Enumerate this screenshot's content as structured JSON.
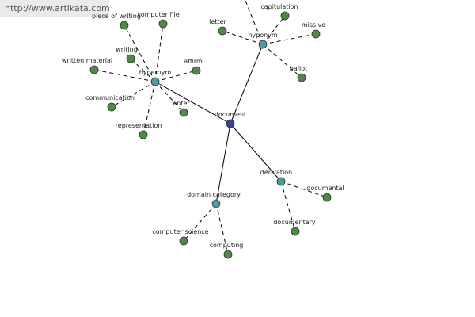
{
  "watermark": "http://www.artikata.com",
  "colors": {
    "center": "#3b3f8f",
    "relation": "#4f9a9a",
    "leaf": "#4e8a44"
  },
  "nodes": [
    {
      "id": "document",
      "label": "document",
      "kind": "center"
    },
    {
      "id": "hypernym",
      "label": "hypernym",
      "kind": "relation"
    },
    {
      "id": "hyponym",
      "label": "hyponym",
      "kind": "relation"
    },
    {
      "id": "derivation",
      "label": "derivation",
      "kind": "relation"
    },
    {
      "id": "domain-category",
      "label": "domain category",
      "kind": "relation"
    },
    {
      "id": "piece-of-writing",
      "label": "piece of writing",
      "kind": "leaf"
    },
    {
      "id": "computer-file",
      "label": "computer file",
      "kind": "leaf"
    },
    {
      "id": "writing",
      "label": "writing",
      "kind": "leaf"
    },
    {
      "id": "written-material",
      "label": "written material",
      "kind": "leaf"
    },
    {
      "id": "affirm",
      "label": "affirm",
      "kind": "leaf"
    },
    {
      "id": "communication",
      "label": "communication",
      "kind": "leaf"
    },
    {
      "id": "enter",
      "label": "enter",
      "kind": "leaf"
    },
    {
      "id": "representation",
      "label": "representation",
      "kind": "leaf"
    },
    {
      "id": "letter",
      "label": "letter",
      "kind": "leaf"
    },
    {
      "id": "capitulation",
      "label": "capitulation",
      "kind": "leaf"
    },
    {
      "id": "missive",
      "label": "missive",
      "kind": "leaf"
    },
    {
      "id": "ballot",
      "label": "ballot",
      "kind": "leaf"
    },
    {
      "id": "documental",
      "label": "documental",
      "kind": "leaf"
    },
    {
      "id": "documentary",
      "label": "documentary",
      "kind": "leaf"
    },
    {
      "id": "computer-science",
      "label": "computer science",
      "kind": "leaf"
    },
    {
      "id": "computing",
      "label": "computing",
      "kind": "leaf"
    }
  ],
  "edges": [
    {
      "from": "document",
      "to": "hypernym",
      "style": "solid"
    },
    {
      "from": "document",
      "to": "hyponym",
      "style": "solid"
    },
    {
      "from": "document",
      "to": "derivation",
      "style": "solid"
    },
    {
      "from": "document",
      "to": "domain-category",
      "style": "solid"
    },
    {
      "from": "hypernym",
      "to": "piece-of-writing",
      "style": "dashed"
    },
    {
      "from": "hypernym",
      "to": "computer-file",
      "style": "dashed"
    },
    {
      "from": "hypernym",
      "to": "writing",
      "style": "dashed"
    },
    {
      "from": "hypernym",
      "to": "written-material",
      "style": "dashed"
    },
    {
      "from": "hypernym",
      "to": "affirm",
      "style": "dashed"
    },
    {
      "from": "hypernym",
      "to": "communication",
      "style": "dashed"
    },
    {
      "from": "hypernym",
      "to": "enter",
      "style": "dashed"
    },
    {
      "from": "hypernym",
      "to": "representation",
      "style": "dashed"
    },
    {
      "from": "hyponym",
      "to": "letter",
      "style": "dashed"
    },
    {
      "from": "hyponym",
      "to": "capitulation",
      "style": "dashed"
    },
    {
      "from": "hyponym",
      "to": "missive",
      "style": "dashed"
    },
    {
      "from": "hyponym",
      "to": "ballot",
      "style": "dashed"
    },
    {
      "from": "hyponym",
      "to": "offscreen-top",
      "style": "dashed"
    },
    {
      "from": "derivation",
      "to": "documental",
      "style": "dashed"
    },
    {
      "from": "derivation",
      "to": "documentary",
      "style": "dashed"
    },
    {
      "from": "domain-category",
      "to": "computer-science",
      "style": "dashed"
    },
    {
      "from": "domain-category",
      "to": "computing",
      "style": "dashed"
    }
  ]
}
